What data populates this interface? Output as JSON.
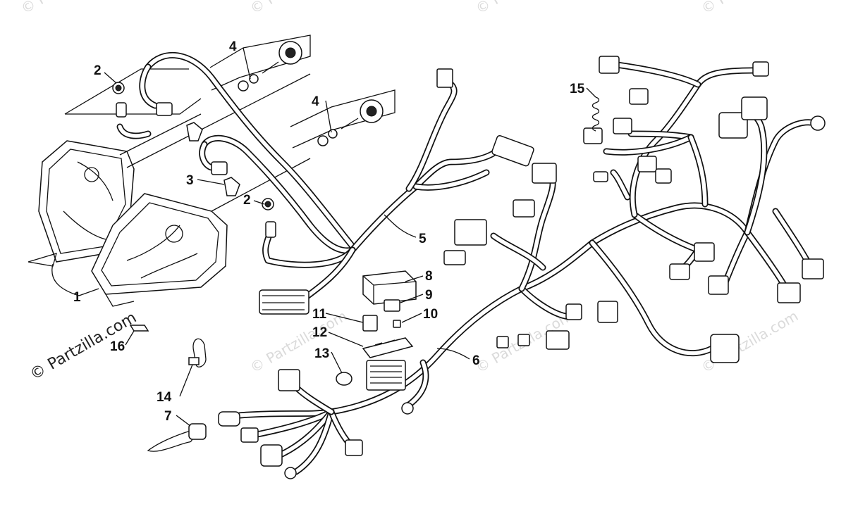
{
  "watermark": {
    "brand": "© Partzilla.com",
    "tile": "© Partzilla.com"
  },
  "callouts": [
    {
      "id": "c1",
      "label": "1"
    },
    {
      "id": "c2a",
      "label": "2"
    },
    {
      "id": "c2b",
      "label": "2"
    },
    {
      "id": "c3",
      "label": "3"
    },
    {
      "id": "c4a",
      "label": "4"
    },
    {
      "id": "c4b",
      "label": "4"
    },
    {
      "id": "c5",
      "label": "5"
    },
    {
      "id": "c6",
      "label": "6"
    },
    {
      "id": "c7",
      "label": "7"
    },
    {
      "id": "c8",
      "label": "8"
    },
    {
      "id": "c9",
      "label": "9"
    },
    {
      "id": "c10",
      "label": "10"
    },
    {
      "id": "c11",
      "label": "11"
    },
    {
      "id": "c12",
      "label": "12"
    },
    {
      "id": "c13",
      "label": "13"
    },
    {
      "id": "c14",
      "label": "14"
    },
    {
      "id": "c15",
      "label": "15"
    },
    {
      "id": "c16",
      "label": "16"
    }
  ],
  "colors": {
    "ink": "#111111",
    "watermark": "#dadada",
    "background": "#ffffff"
  }
}
